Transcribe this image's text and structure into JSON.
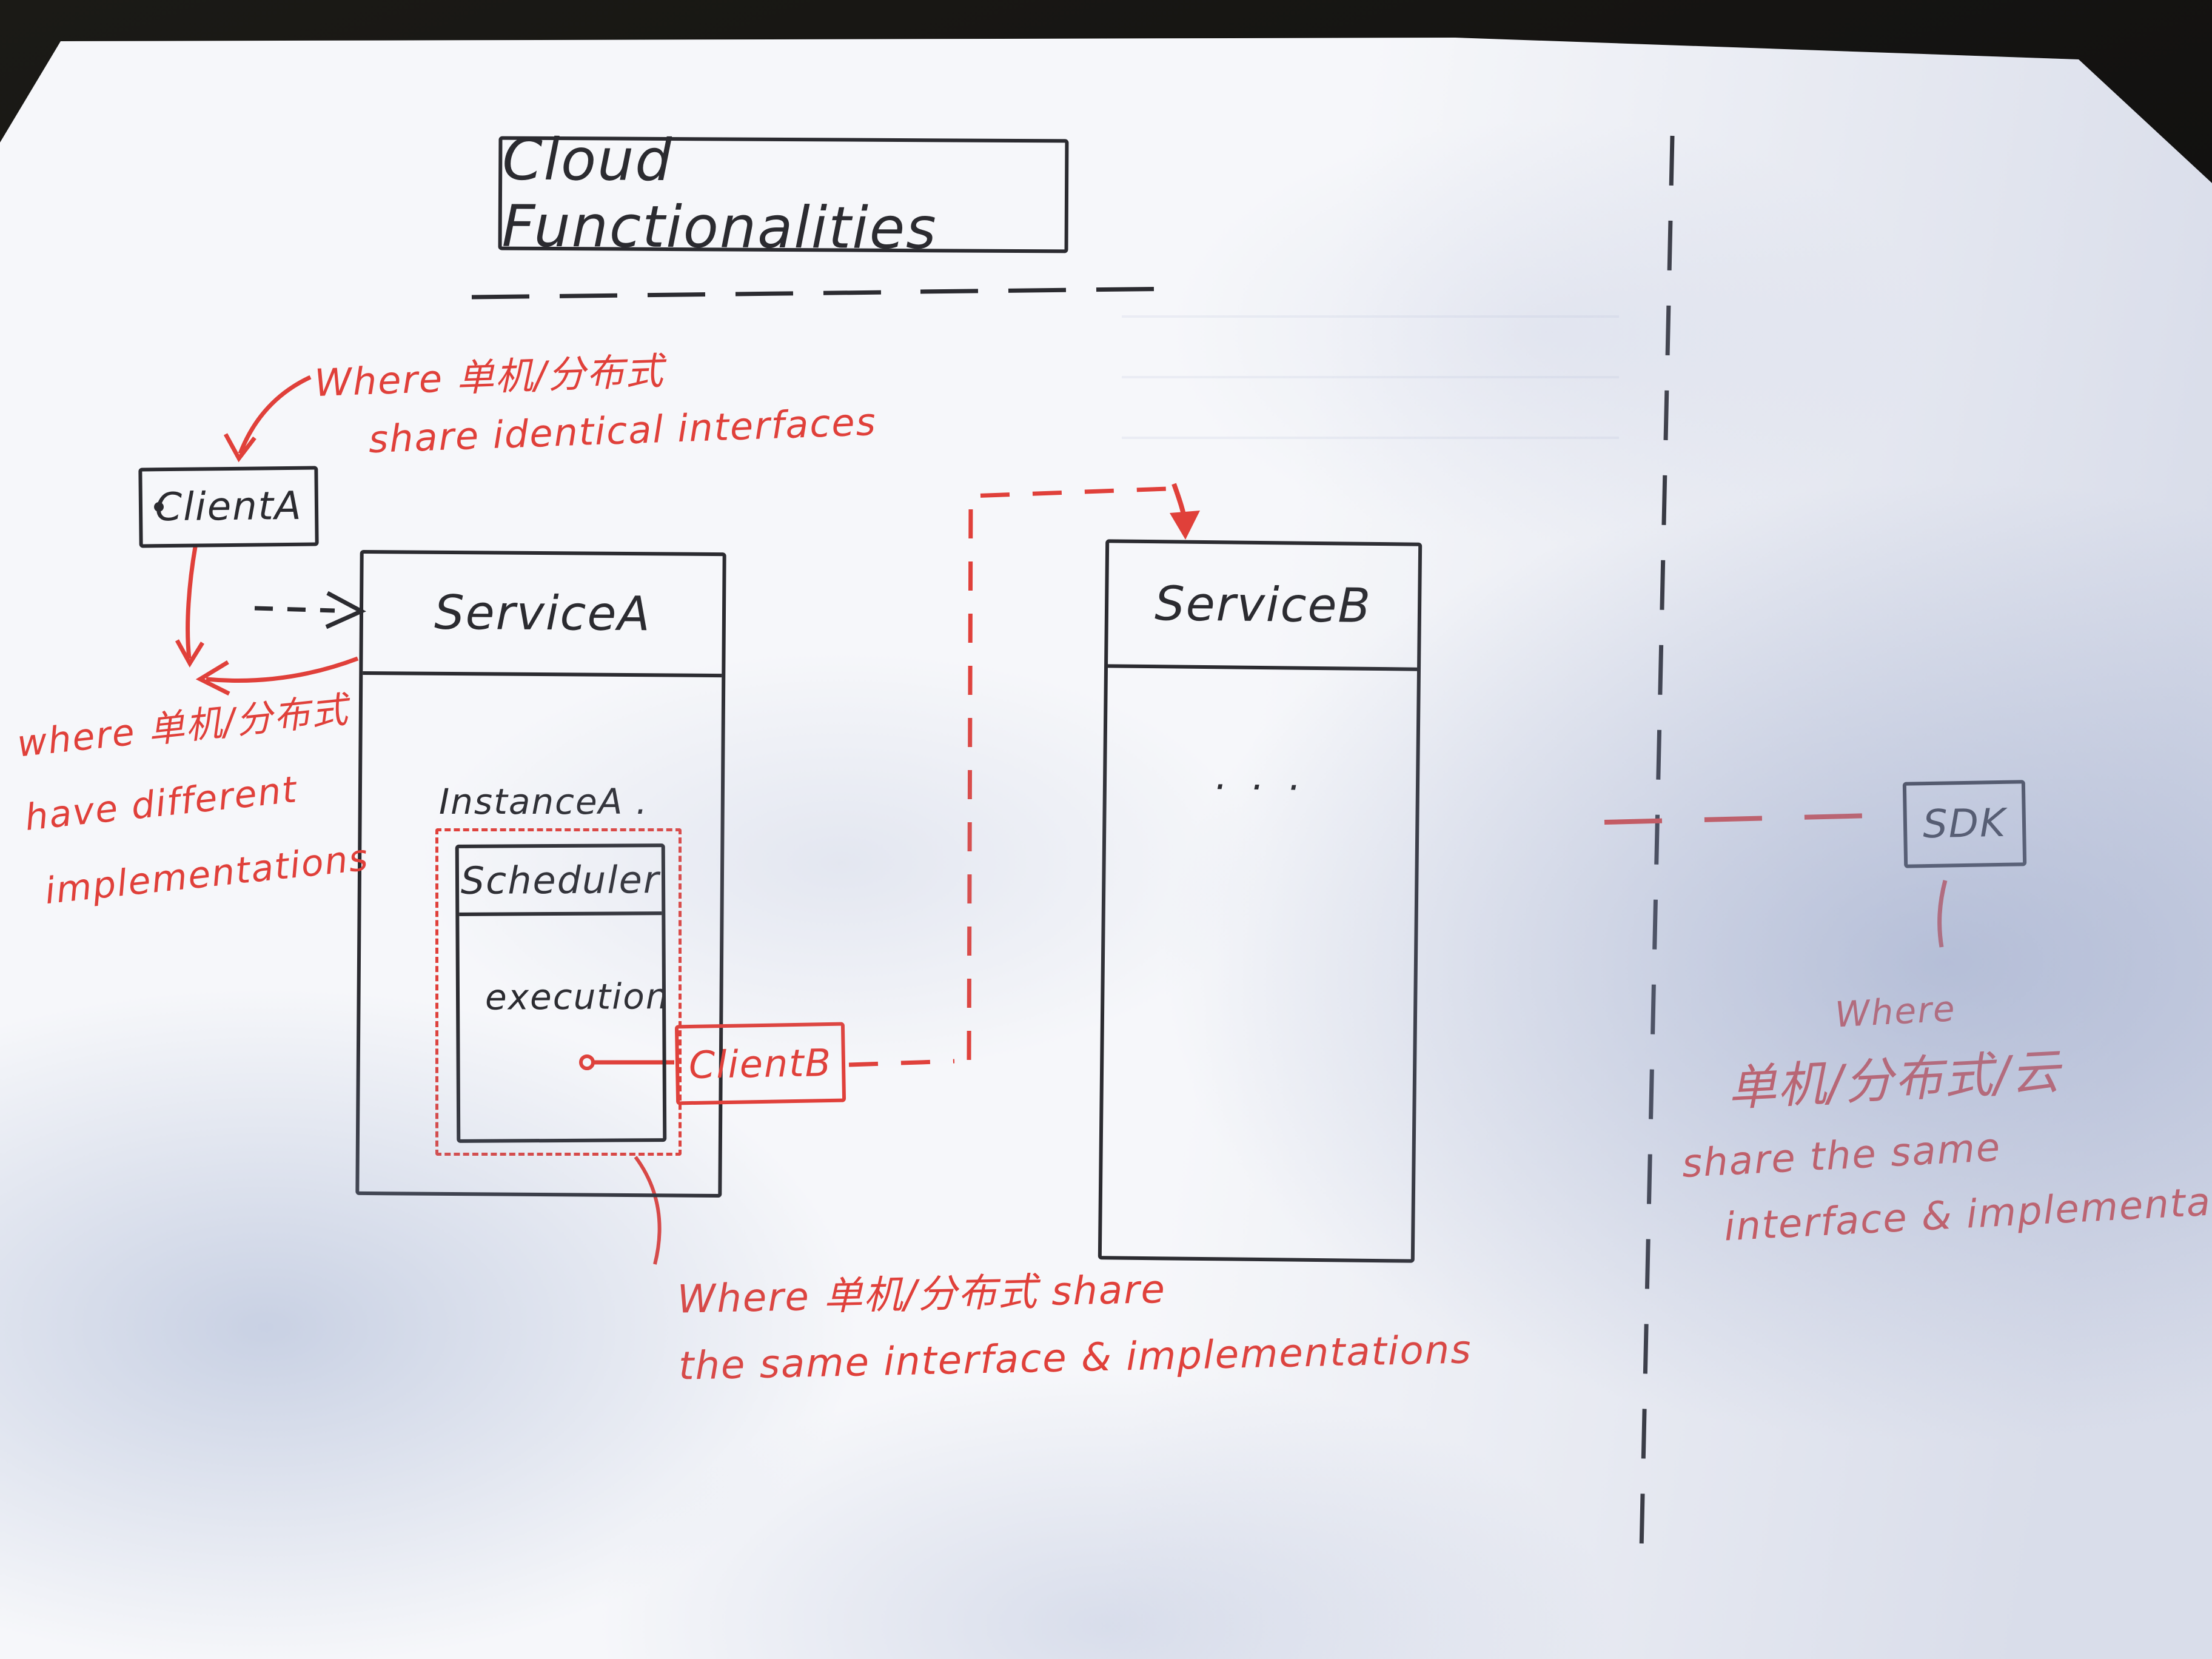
{
  "title": "Cloud Functionalities",
  "boxes": {
    "client_a": "ClientA",
    "service_a": "ServiceA",
    "instance_a_label": "InstanceA .",
    "scheduler": "Scheduler",
    "execution": "execution",
    "client_b": "ClientB",
    "service_b": "ServiceB",
    "service_b_content": ". . .",
    "sdk": "SDK"
  },
  "annotations": {
    "top": {
      "line1": "Where 单机/分布式",
      "line2": "share identical interfaces"
    },
    "left": {
      "line1": "where 单机/分布式",
      "line2": "have different",
      "line3": "implementations"
    },
    "bottom": {
      "line1": "Where 单机/分布式 share",
      "line2": "the same interface & implementations"
    },
    "right": {
      "line1": "Where",
      "line2": "单机/分布式/云",
      "line3": "share the same",
      "line4": "interface & implementation"
    }
  },
  "colors": {
    "ink": "#2b2b30",
    "red": "#e0403a"
  }
}
